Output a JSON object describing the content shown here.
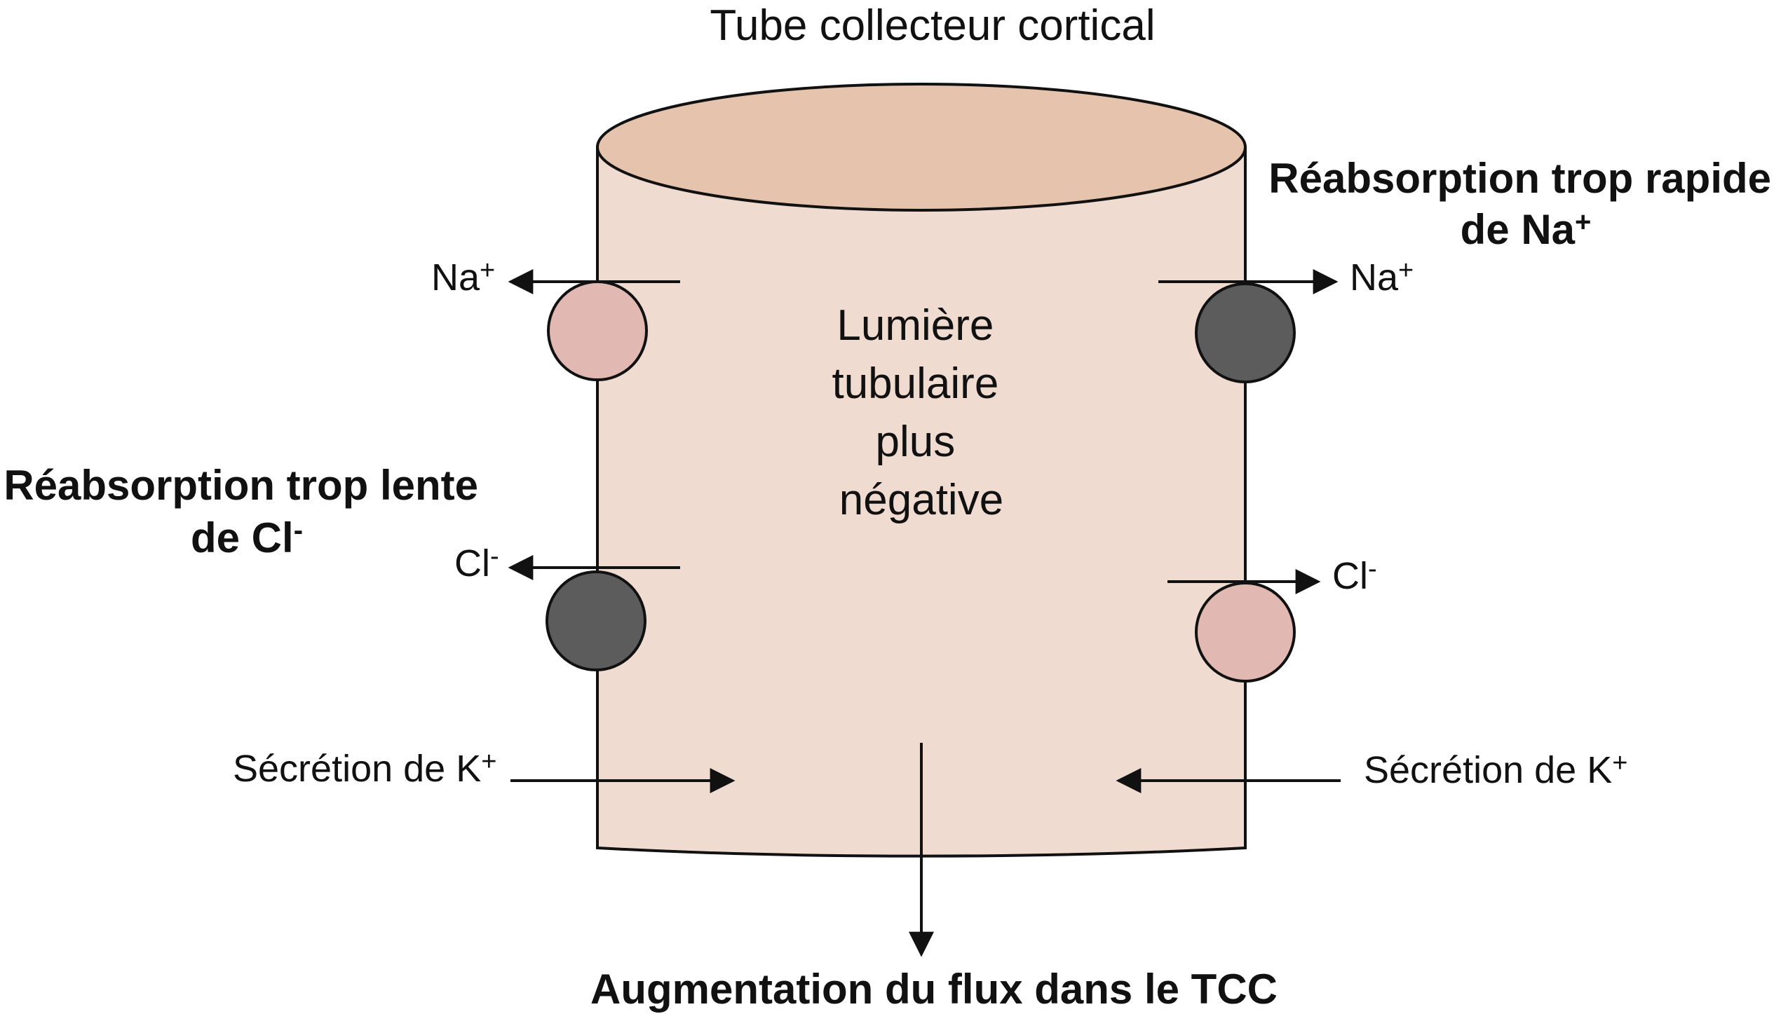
{
  "title": "Tube collecteur cortical",
  "lumen_label": [
    "Lumière",
    "tubulaire",
    "plus",
    "négative"
  ],
  "left_top_ion": {
    "base": "Na",
    "sup": "+"
  },
  "right_top_ion": {
    "base": "Na",
    "sup": "+"
  },
  "left_bottom_ion": {
    "base": "Cl",
    "sup": "-"
  },
  "right_bottom_ion": {
    "base": "Cl",
    "sup": "-"
  },
  "na_annotation": {
    "line1": "Réabsorption trop rapide",
    "line2_base": "de Na",
    "line2_sup": "+"
  },
  "cl_annotation": {
    "line1": "Réabsorption trop lente",
    "line2_base": "de Cl",
    "line2_sup": "-"
  },
  "k_secretion_left": {
    "base": "Sécrétion de K",
    "sup": "+"
  },
  "k_secretion_right": {
    "base": "Sécrétion de K",
    "sup": "+"
  },
  "bottom_label": "Augmentation du flux dans le TCC",
  "colors": {
    "tube_body": "#f0dbd0",
    "tube_top": "#e6c3ad",
    "channel_light": "#e2b8b2",
    "channel_dark": "#5c5c5c",
    "stroke": "#111111"
  }
}
